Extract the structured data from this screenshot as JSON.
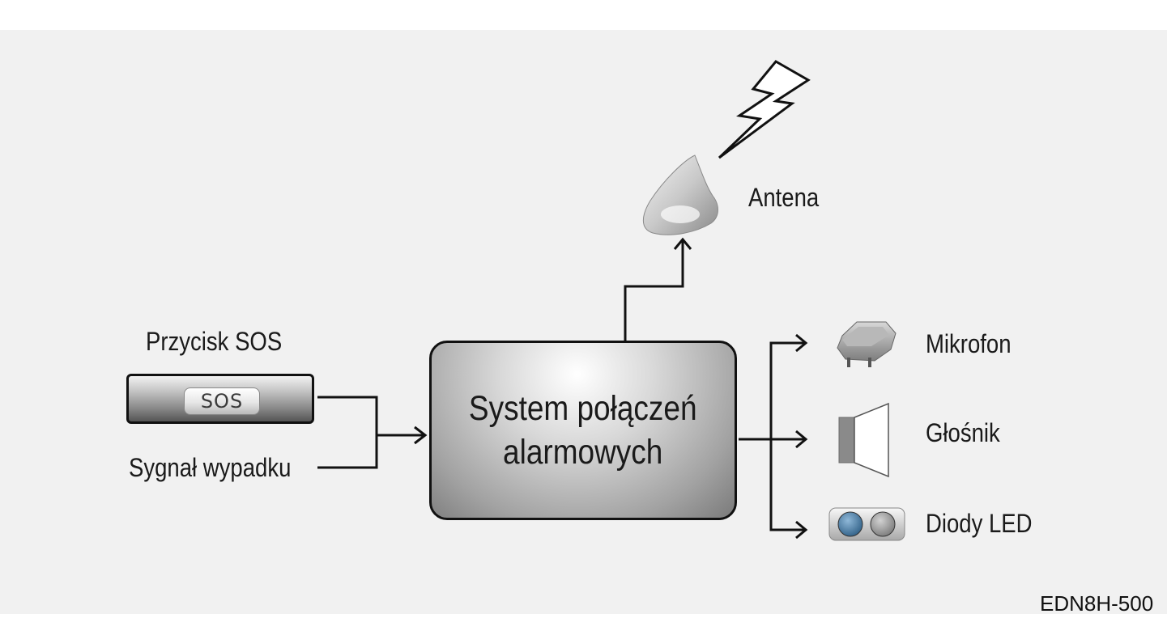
{
  "diagram": {
    "inputs": {
      "sos_button_label": "Przycisk SOS",
      "sos_button_text": "SOS",
      "crash_signal_label": "Sygnał wypadku"
    },
    "center": {
      "line1": "System połączeń",
      "line2": "alarmowych"
    },
    "antenna_label": "Antena",
    "outputs": {
      "microphone_label": "Mikrofon",
      "speaker_label": "Głośnik",
      "leds_label": "Diody LED"
    },
    "figure_code": "EDN8H-500"
  },
  "colors": {
    "panel_bg": "#f1f1f1",
    "line": "#111111",
    "led_blue": "#4a7fa8",
    "led_grey": "#9a9a9a"
  }
}
